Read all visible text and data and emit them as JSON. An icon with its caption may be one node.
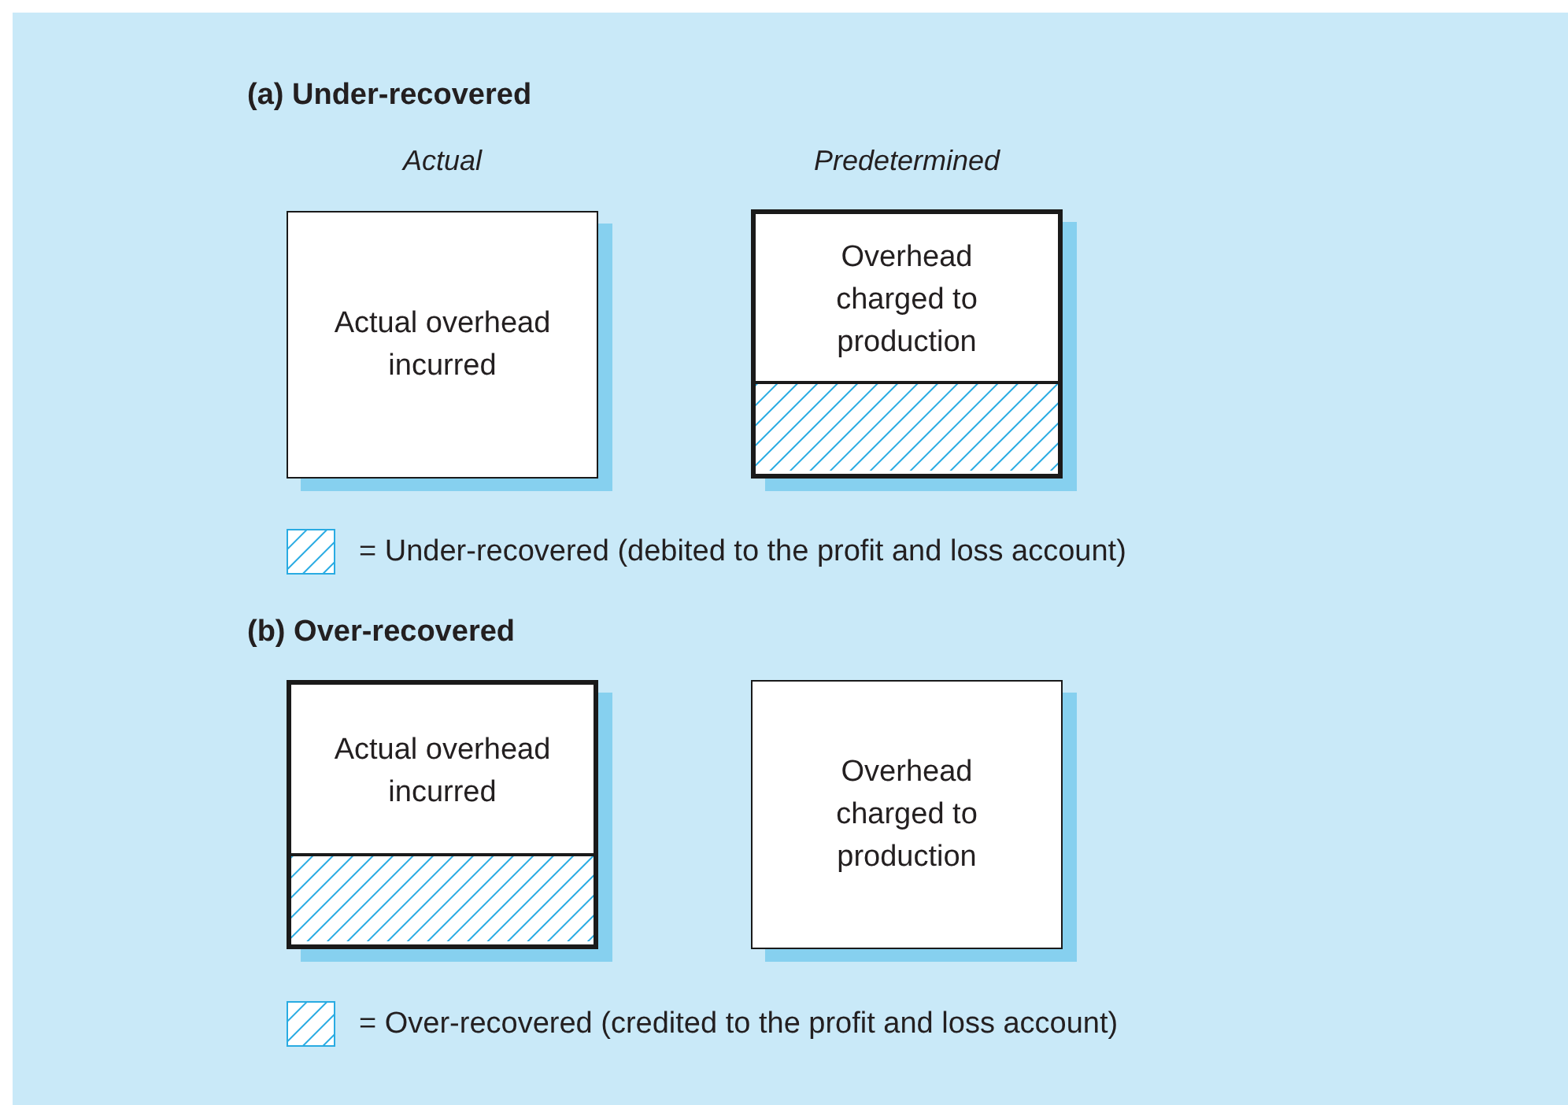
{
  "diagram": {
    "nodes": [
      {
        "text": [
          "Actual overhead incurred"
        ]
      },
      {
        "text": [
          "Overhead charged to production"
        ]
      },
      {
        "text": [],
        "shape": "box",
        "in": 1
      },
      {
        "text": [
          "Actual overhead incurred"
        ]
      },
      {
        "text": [],
        "shape": "box",
        "in": 3
      },
      {
        "text": [
          "Overhead charged to production"
        ]
      }
    ],
    "labels": [
      "(a) Under-recovered",
      "Actual",
      "Predetermined",
      "(b) Over-recovered"
    ],
    "legend": [
      {
        "text": "= Under-recovered (debited to the profit and loss account)"
      },
      {
        "text": "= Over-recovered (credited to the profit and loss account)"
      }
    ]
  }
}
